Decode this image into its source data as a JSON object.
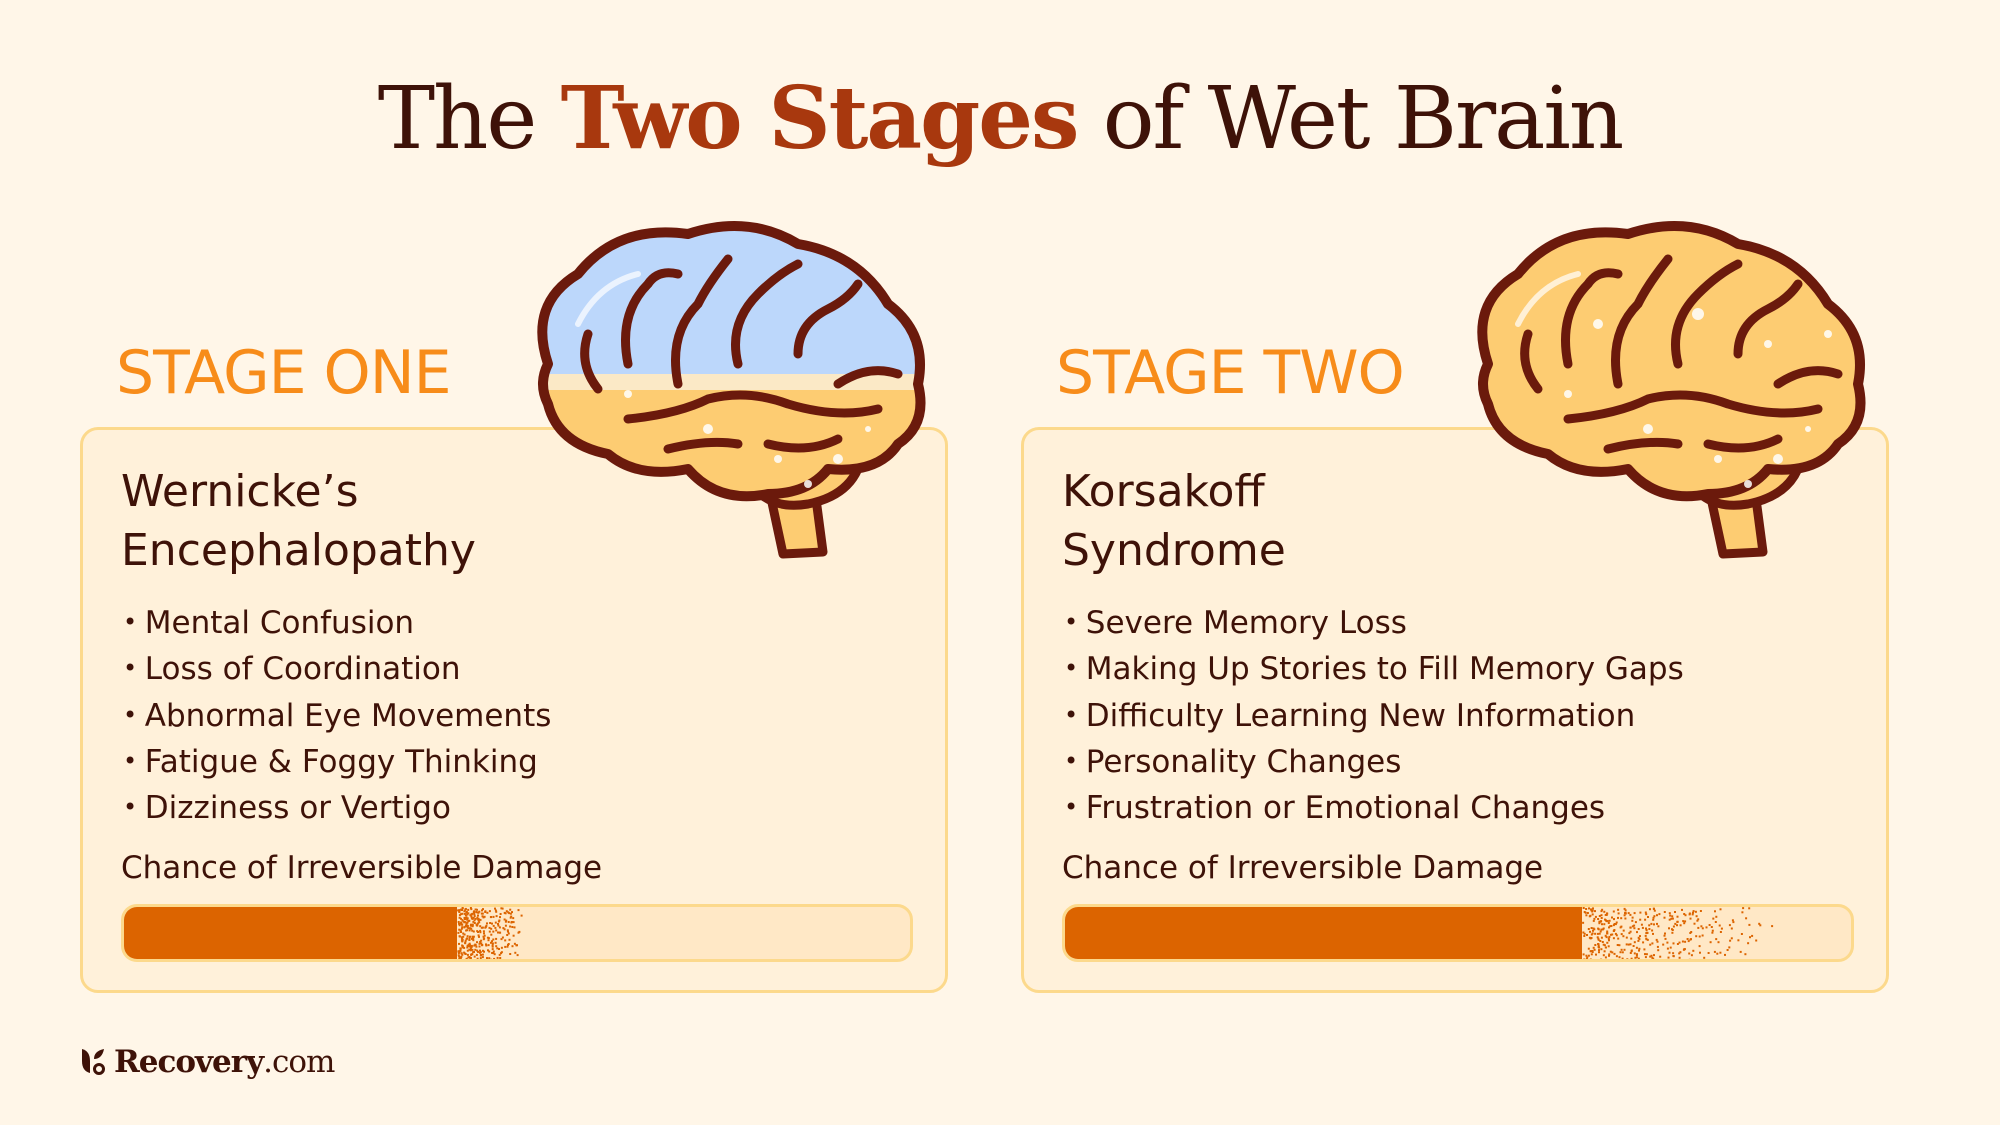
{
  "title": {
    "prefix": "The ",
    "accent": "Two Stages",
    "suffix": " of Wet Brain"
  },
  "colors": {
    "background": "#fff6e8",
    "title": "#3e1208",
    "accent": "#a8380e",
    "stage_label": "#f78c1a",
    "bar_fill": "#dc6400",
    "bar_track": "#ffe8c6",
    "card_border": "#fcd98c",
    "brain_top_stage_one": "#bcd7fb",
    "brain_body": "#fdcc72"
  },
  "stages": [
    {
      "label": "STAGE ONE",
      "heading": "Wernicke’s\nEncephalopathy",
      "icon": "brain-icon-half-blue",
      "symptoms": [
        "Mental Confusion",
        "Loss of Coordination",
        "Abnormal Eye Movements",
        "Fatigue & Foggy Thinking",
        "Dizziness or Vertigo"
      ],
      "damage_label": "Chance of Irreversible Damage",
      "damage_level": 0.5
    },
    {
      "label": "STAGE TWO",
      "heading": "Korsakoff\nSyndrome",
      "icon": "brain-icon-full-orange",
      "symptoms": [
        "Severe Memory Loss",
        "Making Up Stories to Fill Memory Gaps",
        "Difficulty Learning New Information",
        "Personality Changes",
        "Frustration or Emotional Changes"
      ],
      "damage_label": "Chance of Irreversible Damage",
      "damage_level": 0.9
    }
  ],
  "footer": {
    "logo_name": "Recovery",
    "logo_domain": ".com"
  }
}
